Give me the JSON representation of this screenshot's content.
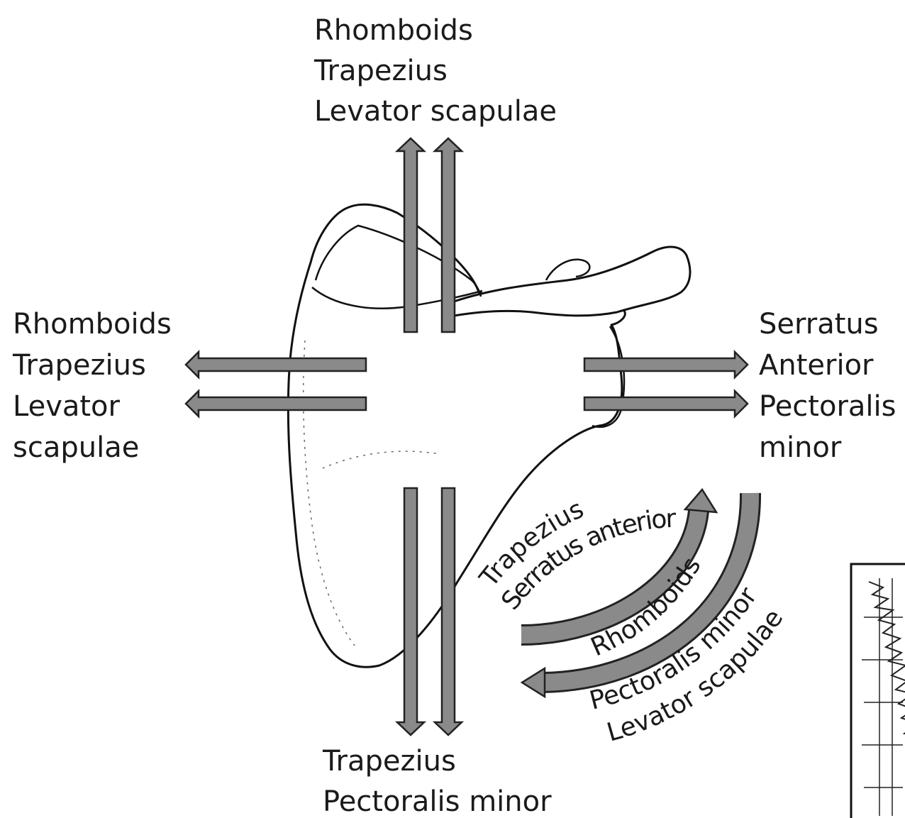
{
  "labels": {
    "top": [
      "Rhomboids",
      "Trapezius",
      "Levator scapulae"
    ],
    "left": [
      "Rhomboids",
      "Trapezius",
      "Levator",
      "scapulae"
    ],
    "right": [
      "Serratus",
      "Anterior",
      "Pectoralis",
      "minor"
    ],
    "bottom": [
      "Trapezius",
      "Pectoralis minor"
    ]
  },
  "rotation_labels": {
    "upward": [
      "Trapezius",
      "Serratus anterior"
    ],
    "downward": [
      "Rhomboids",
      "Pectoralis minor",
      "Levator scapulae"
    ]
  },
  "colors": {
    "arrow_fill": "#8a8a8a",
    "outline": "#222222",
    "text": "#1a1a1a"
  }
}
